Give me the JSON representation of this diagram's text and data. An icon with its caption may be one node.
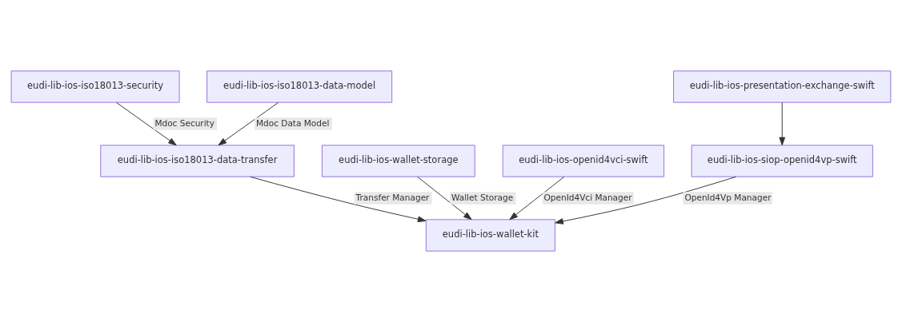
{
  "diagram": {
    "nodes": [
      {
        "text": [
          "eudi-lib-ios-iso18013-security"
        ]
      },
      {
        "text": [
          "eudi-lib-ios-iso18013-data-model"
        ]
      },
      {
        "text": [
          "eudi-lib-ios-presentation-exchange-swift"
        ]
      },
      {
        "text": [
          "eudi-lib-ios-wallet-storage"
        ]
      },
      {
        "text": [
          "eudi-lib-ios-iso18013-data-transfer"
        ]
      },
      {
        "text": [
          "eudi-lib-ios-openid4vci-swift"
        ]
      },
      {
        "text": [
          "eudi-lib-ios-siop-openid4vp-swift"
        ]
      },
      {
        "text": [
          "eudi-lib-ios-wallet-kit"
        ]
      }
    ],
    "edges": [
      {
        "from": 0,
        "to": 4,
        "arrow": "to",
        "label": "Mdoc Security"
      },
      {
        "from": 1,
        "to": 4,
        "arrow": "to",
        "label": "Mdoc Data Model"
      },
      {
        "from": 2,
        "to": 6,
        "arrow": "to"
      },
      {
        "from": 3,
        "to": 7,
        "arrow": "to",
        "label": "Wallet Storage"
      },
      {
        "from": 4,
        "to": 7,
        "arrow": "to",
        "label": "Transfer Manager"
      },
      {
        "from": 5,
        "to": 7,
        "arrow": "to",
        "label": "OpenId4Vci Manager"
      },
      {
        "from": 6,
        "to": 7,
        "arrow": "to",
        "label": "OpenId4Vp Manager"
      }
    ]
  }
}
